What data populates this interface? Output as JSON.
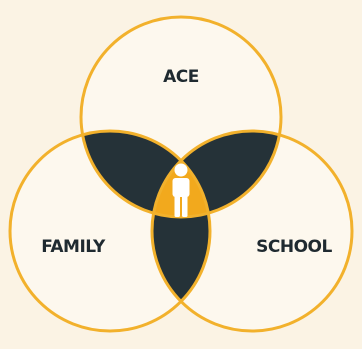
{
  "diagram": {
    "labels": {
      "top": "ACE",
      "left": "FAMILY",
      "right": "SCHOOL"
    },
    "center_icon": "person-icon",
    "colors": {
      "background": "#fbf3e4",
      "circle_outline": "#f2b12c",
      "circle_fill": "#fdf8ee",
      "pairwise_overlap": "#253238",
      "center_overlap": "#f2a91d",
      "label_text": "#1f2a30",
      "icon": "#ffffff"
    }
  }
}
